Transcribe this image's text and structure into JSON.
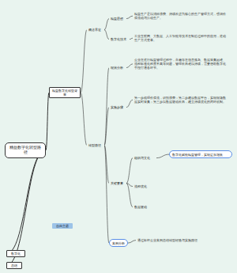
{
  "diagram": {
    "nodes": [
      {
        "text": [
          "精益数字化转型路径"
        ]
      },
      {
        "text": [
          "精益数字化转型背景"
        ]
      },
      {
        "text": [
          "数字化"
        ]
      },
      {
        "text": [
          "总结"
        ]
      },
      {
        "text": [
          "自由主题"
        ]
      },
      {
        "text": [
          "概念界定"
        ]
      },
      {
        "text": [
          "转型路径"
        ]
      },
      {
        "text": [
          "精益思想"
        ]
      },
      {
        "text": [
          "数字化技术"
        ]
      },
      {
        "text": [
          "精益生产是以消除浪费、持续改进为核心的生产管理方式，强调价值流动与拉动生产。"
        ]
      },
      {
        "text": [
          "工业互联网、大数据、人工智能等技术在制造过程中的应用，推动生产方式变革。"
        ]
      },
      {
        "text": [
          "现状分析"
        ]
      },
      {
        "text": [
          "企业在推行精益管理过程中，普遍存在信息孤岛、数据采集困难、流程标准化程度不高等问题，管理改善难以持续，需要借助数字化手段打通各环节。"
        ]
      },
      {
        "text": [
          "实施步骤"
        ]
      },
      {
        "text": [
          "第一步梳理价值流，识别浪费；第二步建设数据平台，实现现场数据实时采集；第三步以数据驱动改善，建立持续优化的闭环机制。"
        ]
      },
      {
        "text": [
          "关键要素"
        ]
      },
      {
        "text": [
          "组织与文化"
        ]
      },
      {
        "text": [
          "数字化赋能精益管理，实现提质增效"
        ]
      },
      {
        "text": [
          "流程优化"
        ]
      },
      {
        "text": [
          "数据驱动"
        ]
      },
      {
        "text": [
          "案例分析"
        ]
      },
      {
        "text": [
          "通过标杆企业案例总结转型经验与实施路径"
        ]
      }
    ],
    "edges": [
      {
        "from": 0,
        "to": 1,
        "arrow": "none"
      },
      {
        "from": 0,
        "to": 2,
        "arrow": "none"
      },
      {
        "from": 0,
        "to": 3,
        "arrow": "none"
      },
      {
        "from": 1,
        "to": 5,
        "arrow": "none"
      },
      {
        "from": 1,
        "to": 6,
        "arrow": "none"
      },
      {
        "from": 5,
        "to": 7,
        "arrow": "none"
      },
      {
        "from": 5,
        "to": 8,
        "arrow": "none"
      },
      {
        "from": 7,
        "to": 9,
        "arrow": "none"
      },
      {
        "from": 8,
        "to": 10,
        "arrow": "none"
      },
      {
        "from": 6,
        "to": 11,
        "arrow": "none"
      },
      {
        "from": 11,
        "to": 12,
        "arrow": "none"
      },
      {
        "from": 6,
        "to": 13,
        "arrow": "none"
      },
      {
        "from": 13,
        "to": 14,
        "arrow": "none"
      },
      {
        "from": 6,
        "to": 15,
        "arrow": "none"
      },
      {
        "from": 15,
        "to": 16,
        "arrow": "none"
      },
      {
        "from": 16,
        "to": 17,
        "arrow": "none"
      },
      {
        "from": 15,
        "to": 18,
        "arrow": "none"
      },
      {
        "from": 15,
        "to": 19,
        "arrow": "none"
      },
      {
        "from": 6,
        "to": 20,
        "arrow": "none"
      },
      {
        "from": 20,
        "to": 21,
        "arrow": "none"
      }
    ]
  }
}
